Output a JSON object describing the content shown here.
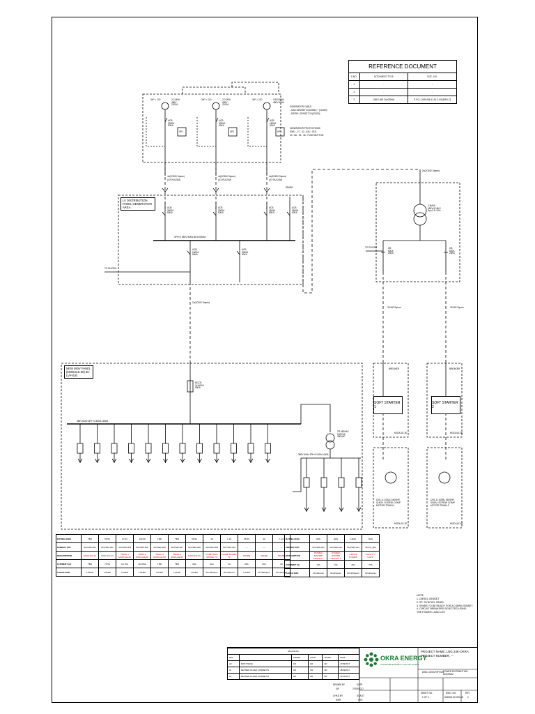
{
  "reference": {
    "title": "REFERENCE DOCUMENT",
    "headers": [
      "S.NO.",
      "DOCUMENT TITLE",
      "DOC. NO."
    ],
    "rows": [
      [
        "1",
        "-",
        "-"
      ],
      [
        "2",
        "-",
        "-"
      ],
      [
        "3",
        "ONE LINE DIAGRAM",
        "P-FCL-OKR-088-11-ELC-001[REV-C]"
      ]
    ]
  },
  "generators": [
    {
      "rating": "2.0 MVA 480V 2100A",
      "pt": "3xP = 120",
      "breaker": "ACB 3000A 50KA",
      "sp": "SP1"
    },
    {
      "rating": "2.0 MVA 480V 2100A",
      "pt": "3xP = 120",
      "breaker": "ACB 3000A 50KA",
      "sp": "SP2"
    },
    {
      "rating": "0.625 MVA 480V 900A",
      "pt": "3xP = 120",
      "breaker": "ACB 1600A 50KA",
      "sp": "SP3"
    }
  ],
  "gen_notes": {
    "cable_title": "GENERATOR CABLE",
    "cable_1": "- GAS GENSET 4x(3C500) + (1C500)",
    "cable_2": "- DIESEL GENSET 2X(3C500)",
    "prot_title": "GENERATOR PROTECTIONS",
    "prot_1": "50/51 - 27 - 32 - 81U - 81O",
    "prot_2": "40 - 86 - 25 - 46 - PUSH BUTTON"
  },
  "labels": {
    "cable_tag": "4x(3C500 Sqmm)",
    "cable_tag_2": "(XX RUCSM)",
    "lv_panel": "LV DISTRIBUTION PANEL GENERATION AREA",
    "busbar": "3Ph+G 480V 50KA 60Hz 5000A",
    "spare": "SPARE",
    "to_rucsm": "TO RUCSM",
    "acb_1600": "ACB 1600A 50KA",
    "acb_3000": "ACB 3000A 50KA",
    "feeder_cable": "2x(3C500 Sqmm)",
    "xfmr": "2.5MVA 480V/4.16KV Dyn1 Z=10%",
    "cb": "CB 630A 25KA",
    "mv_cable": "3C400 Sqmm",
    "new_panel": "NEW 480V PANEL (MODULE-30) 50-LVP-030",
    "mccb": "MCCB 3x1600A 50KA",
    "bus_480": "480V 60Hz 3Ph+G 50KA 1600A",
    "aux_xfmr": "TR 480VAC 100KVA 380VAC",
    "bus_380": "380V 60Hz 3Ph+G 50KA 400A",
    "breaker": "BREAKER",
    "soft_1": "SOFT STARTER 1",
    "soft_2": "SOFT STARTER 2",
    "module_1": "MODULE-50",
    "module_2": "MODULE-50",
    "motor_1": "(201-D-100A) 1500HP, 4160V, SCREW COMP MOTOR TRAIN-1",
    "motor_2": "(201-D-100B) 1500HP, 4160V, SCREW COMP MOTOR TRAIN-2",
    "module_motor_1": "MODULE-30",
    "module_motor_2": "MODULE-40"
  },
  "schedule_left": {
    "row_labels": [
      "RATING (KW)",
      "FEEDER TAG",
      "DESCRIPTION",
      "CURRENT (A)",
      "CABLE SIZE"
    ],
    "columns": [
      {
        "rating": "TBD",
        "tag": "30-PWR-001",
        "desc": "MODULE-10",
        "current": "TBD",
        "cable": "LATER",
        "red": true
      },
      {
        "rating": "55.50",
        "tag": "30-PWR-002",
        "desc": "MODULE-20",
        "current": "73.5A",
        "cable": "LATER",
        "red": true
      },
      {
        "rating": "37.33",
        "tag": "30-PWR-004",
        "desc": "TRAIN 1 MODULE-30",
        "current": "63.70A",
        "cable": "LATER",
        "red": true
      },
      {
        "rating": "133.50",
        "tag": "30-PWR-005",
        "desc": "TRAIN 2 MODULE-40",
        "current": "216.86A",
        "cable": "LATER",
        "red": true
      },
      {
        "rating": "TBD",
        "tag": "30-PWR-006",
        "desc": "TRAIN 1 MODULE-50",
        "current": "TBD",
        "cable": "LATER",
        "red": true
      },
      {
        "rating": "TBD",
        "tag": "30-PWR-007",
        "desc": "TRAIN 2 MODULE-60",
        "current": "TBD",
        "cable": "LATER",
        "red": true
      },
      {
        "rating": "55.50",
        "tag": "30-PWR-008",
        "desc": "MODULE-60",
        "current": "96A",
        "cable": "LATER",
        "red": true
      },
      {
        "rating": "30",
        "tag": "30-PWR-009",
        "desc": "PUMP SKID MODEL 70",
        "current": "52A",
        "cable": "3Cx185qmm",
        "red": true
      },
      {
        "rating": "1.10",
        "tag": "30-PWR-010",
        "desc": "FLARE MODEL 70",
        "current": "3A",
        "cable": "3Cx4Sqmm",
        "red": true
      },
      {
        "rating": "55.50",
        "tag": "---",
        "desc": "SPARE",
        "current": "96A",
        "cable": "LATER",
        "red": true
      },
      {
        "rating": "30",
        "tag": "---",
        "desc": "SPARE",
        "current": "52A",
        "cable": "3Cx185qmm",
        "red": true
      },
      {
        "rating": "1.10",
        "tag": "---",
        "desc": "SPARE",
        "current": "3A",
        "cable": "3Cx4Sqmm",
        "red": true
      }
    ]
  },
  "schedule_right": {
    "row_labels": [
      "RATING (KW)",
      "FEEDER TAG",
      "DESCRIPTION",
      "CURRENT (A)",
      "CABLE SIZE"
    ],
    "columns": [
      {
        "rating": "3kW",
        "tag": "30-PWR-011",
        "desc": "POWER DISTRIB CIRCUIT 1",
        "current": "13A",
        "cable": "3Cx4Sqmm",
        "red": true
      },
      {
        "rating": "3kW",
        "tag": "30-PWR-012",
        "desc": "POWER DISTRIB CIRCUIT 2",
        "current": "13A",
        "cable": "3Cx4Sqmm",
        "red": true
      },
      {
        "rating": "10kW",
        "tag": "30-PWR-013",
        "desc": "OFFICE POWER",
        "current": "46A",
        "cable": "3Cx10Sqmm",
        "red": true
      },
      {
        "rating": "5kW",
        "tag": "50-PS_002",
        "desc": "FACILITY LIGHT",
        "current": "23A",
        "cable": "3Cx4Sqmm",
        "red": true
      }
    ]
  },
  "notes": {
    "title": "NOTE",
    "items": [
      "1.   DIESEL GENSET",
      "2.   SP: SYNCHR. PANEL",
      "3.   SPARE TO BE READY FOR A 0.5MW GENSET.",
      "4.   CIRCUIT BREAKERS SELECTED USING",
      "      THE POWER LOAD LIST"
    ]
  },
  "revisions": {
    "title": "REVISIONS",
    "headers": [
      "REV",
      "",
      "DRAWN",
      "CHKD",
      "APPRD",
      "DATE"
    ],
    "rows": [
      [
        "A0",
        "FIRST ISSUE",
        "GR",
        "GR",
        "GR",
        "27/09/2017"
      ],
      [
        "01",
        "REVISED AS PER COMMENTS",
        "GR",
        "GR",
        "GR",
        "28/09/2017"
      ],
      [
        "02",
        "REVISED AS PER COMMENTS",
        "GR",
        "GR",
        "GR",
        "21/12/2017"
      ]
    ],
    "drawn_by": "DRAWN BY",
    "drawn_val": "GR",
    "date_label": "DATE",
    "date_val": "27/09/2017",
    "checked": "CHKD BY",
    "checked_val": "IKER",
    "scale": "SCALE",
    "scale_val": "NTS"
  },
  "title_block": {
    "company": "OKRA ENERGY",
    "tagline": "AFFORDABLE ENERGY FOR THE WORLD",
    "project_name": "PROJECT NAME:  LNG 24K-OKRA",
    "project_number": "PROJECT NUMBER:  ---",
    "dwg_desc_label": "DWG. DESCRIPTION",
    "dwg_desc": "POWER DISTRIBUTION DIAGRAM",
    "sheet_label": "SHEET NO.",
    "sheet_val": "1 OF 1",
    "dwg_no_label": "DWG. NO.",
    "dwg_no_val": "50266/1 56 OKLD2",
    "rev_label": "REV",
    "rev_val": "2"
  },
  "colors": {
    "red": "#d40000",
    "brand": "#1a7a31"
  }
}
